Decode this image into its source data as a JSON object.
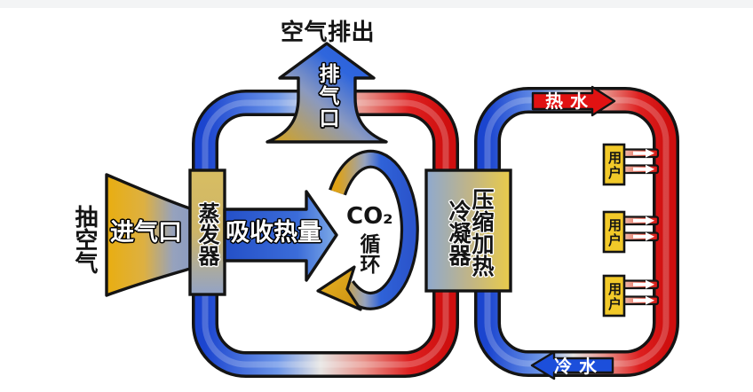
{
  "labels": {
    "air_exhaust_title": "空气排出",
    "exhaust_port": "排气口",
    "extract_air": "抽空气",
    "air_inlet": "进气口",
    "evaporator": "蒸发器",
    "absorb_heat": "吸收热量",
    "co2": "CO₂",
    "cycle": "循环",
    "condenser": "冷凝器",
    "compression_heating": "压缩加热",
    "hot_water": "热水",
    "cold_water": "冷水"
  },
  "users": [
    {
      "label": "用户"
    },
    {
      "label": "用户"
    },
    {
      "label": "用户"
    }
  ],
  "colors": {
    "pipe_blue": "#1b45cf",
    "pipe_red": "#d51212",
    "gold": "#e2a713",
    "user_box": "#f2c929",
    "hot_water_arrow": "#e11212",
    "cold_water_arrow": "#1c4fdb",
    "absorb_arrow_blue": "#2d5ed6"
  }
}
